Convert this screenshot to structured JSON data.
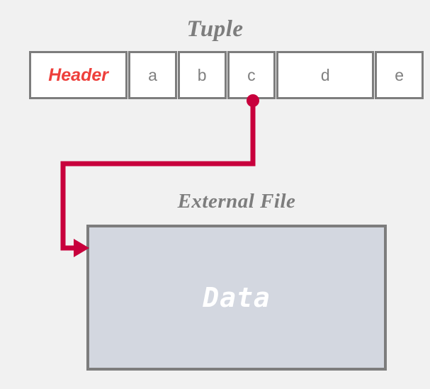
{
  "diagram": {
    "type": "pointer-to-external-file",
    "background_color": "#f1f1f1",
    "tuple": {
      "title": "Tuple",
      "title_color": "#7d7d7d",
      "cells": [
        {
          "label": "Header",
          "kind": "header",
          "color": "#ee3f3b"
        },
        {
          "label": "a",
          "kind": "attribute",
          "color": "#808080"
        },
        {
          "label": "b",
          "kind": "attribute",
          "color": "#808080"
        },
        {
          "label": "c",
          "kind": "attribute",
          "color": "#808080"
        },
        {
          "label": "d",
          "kind": "attribute",
          "color": "#808080"
        },
        {
          "label": "e",
          "kind": "attribute",
          "color": "#808080"
        }
      ],
      "cell_fill": "#ffffff",
      "cell_border": "#7d7d7d"
    },
    "external_file": {
      "title": "External File",
      "title_color": "#7d7d7d",
      "body_label": "Data",
      "body_label_color": "#ffffff",
      "fill": "#d3d7e0",
      "border": "#7d7d7d"
    },
    "connector": {
      "color": "#c8003c",
      "from_cell": "c",
      "to_target": "External File",
      "marker": "anchor-dot",
      "arrowhead": "right-arrow"
    }
  }
}
